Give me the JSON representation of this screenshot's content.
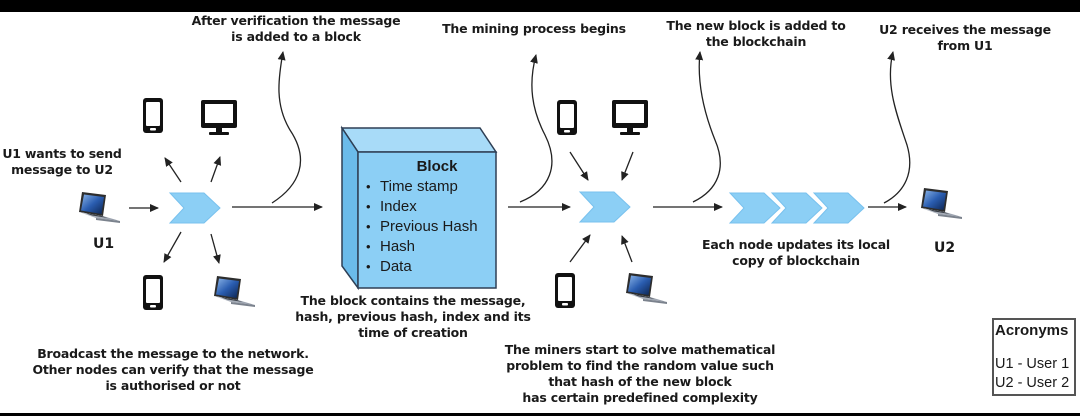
{
  "title": "Blockchain message transaction flow",
  "labels": {
    "u1_intent": [
      "U1 wants to send",
      "message to U2"
    ],
    "after_verification": [
      "After verification the message",
      "is added to a block"
    ],
    "broadcast": [
      "Broadcast the message to the network.",
      "Other nodes can verify that the message",
      "is  authorised or not"
    ],
    "block_contains": [
      "The block contains the message,",
      "hash, previous hash, index and its",
      "time of creation"
    ],
    "mining_begins": [
      "The mining process  begins"
    ],
    "miners_solve": [
      "The miners start to solve mathematical",
      "problem to find the random value such",
      "that hash of the new block",
      "has certain  predefined complexity"
    ],
    "block_added": [
      "The new block is added to",
      "the blockchain"
    ],
    "nodes_update": [
      "Each node updates its local",
      "copy of blockchain"
    ],
    "u2_receives": [
      "U2 receives the message",
      "from U1"
    ]
  },
  "users": {
    "u1": "U1",
    "u2": "U2"
  },
  "block": {
    "title": "Block",
    "fields": [
      "Time stamp",
      "Index",
      "Previous Hash",
      "Hash",
      "Data"
    ]
  },
  "acronyms": {
    "title": "Acronyms",
    "items": [
      "U1 - User 1",
      "U2 - User 2"
    ]
  },
  "icons": {
    "sender": "laptop-icon",
    "receiver": "laptop-icon",
    "network_nodes": [
      "smartphone-icon",
      "monitor-icon",
      "smartphone-icon",
      "laptop-icon"
    ],
    "miner_nodes": [
      "smartphone-icon",
      "monitor-icon",
      "smartphone-icon",
      "laptop-icon"
    ]
  },
  "colors": {
    "chevron": "#8ccff5",
    "chevron_stroke": "#6bb6e6",
    "block_front": "#8ccff5",
    "block_side": "#6bbbea",
    "block_edge": "#2e3f55",
    "arrow": "#222222"
  }
}
